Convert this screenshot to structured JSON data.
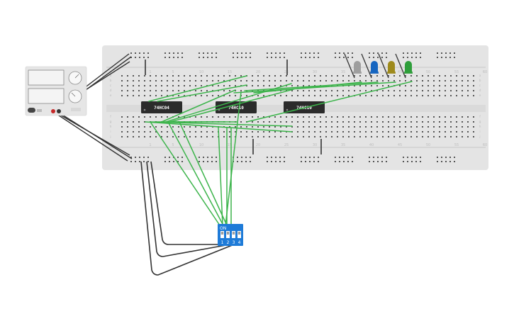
{
  "breadboard": {
    "column_numbers_top": [
      "1",
      "5",
      "10",
      "15",
      "20",
      "25",
      "30",
      "35",
      "40",
      "45",
      "50",
      "55",
      "60"
    ],
    "column_numbers_bottom": [
      "1",
      "5",
      "10",
      "15",
      "20",
      "25",
      "30",
      "35",
      "40",
      "45",
      "50",
      "55",
      "60"
    ],
    "row_letters_top": [
      "a",
      "b",
      "c",
      "d",
      "e"
    ],
    "row_letters_bottom": [
      "f",
      "g",
      "h",
      "i",
      "j"
    ]
  },
  "chips": [
    {
      "label": "74HC04"
    },
    {
      "label": "74HC10"
    },
    {
      "label": "74HC10"
    }
  ],
  "leds": [
    {
      "color": "#9e9e9e",
      "name": "gray-led-icon"
    },
    {
      "color": "#1565c0",
      "name": "blue-led-icon"
    },
    {
      "color": "#9e8a1c",
      "name": "yellow-led-icon"
    },
    {
      "color": "#2e9e3a",
      "name": "green-led-icon"
    }
  ],
  "dip_switch": {
    "on_label": "ON",
    "positions": [
      "1",
      "2",
      "3",
      "4"
    ],
    "color": "#1e7bd8"
  },
  "power_supply": {
    "body_color": "#e6e6e6"
  },
  "wire_colors": {
    "signal": "#3cb44b",
    "power": "#333333"
  }
}
